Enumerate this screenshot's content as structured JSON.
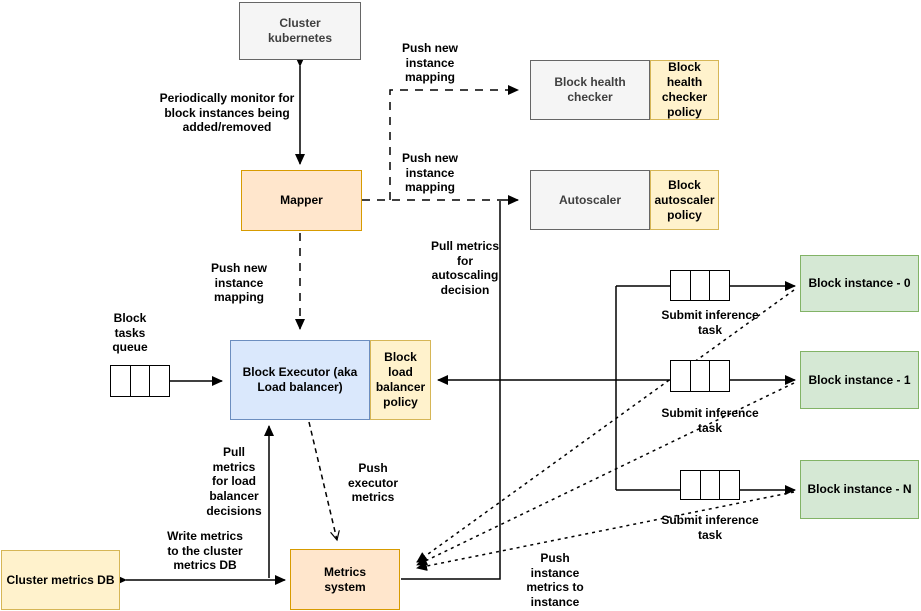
{
  "colors": {
    "gray_fill": "#f5f5f5",
    "gray_border": "#666666",
    "orange_fill": "#ffe6cc",
    "orange_border": "#d79b00",
    "yellow_fill": "#fff2cc",
    "yellow_border": "#d6b656",
    "blue_fill": "#dae8fc",
    "blue_border": "#6c8ebf",
    "green_fill": "#d5e8d4",
    "green_border": "#82b366",
    "line": "#000000"
  },
  "nodes": {
    "cluster_kubernetes": {
      "label": "Cluster kubernetes"
    },
    "mapper": {
      "label": "Mapper"
    },
    "block_health_checker": {
      "label": "Block health checker"
    },
    "block_health_checker_policy": {
      "label": "Block health checker policy"
    },
    "autoscaler": {
      "label": "Autoscaler"
    },
    "block_autoscaler_policy": {
      "label": "Block autoscaler policy"
    },
    "block_executor": {
      "label": "Block Executor (aka Load balancer)"
    },
    "block_load_balancer_policy": {
      "label": "Block load balancer policy"
    },
    "block_instance_0": {
      "label": "Block instance - 0"
    },
    "block_instance_1": {
      "label": "Block instance - 1"
    },
    "block_instance_n": {
      "label": "Block instance - N"
    },
    "metrics_system": {
      "label": "Metrics system"
    },
    "cluster_metrics_db": {
      "label": "Cluster metrics DB"
    }
  },
  "edge_labels": {
    "periodically_monitor": "Periodically monitor for block instances being added/removed",
    "push_new_instance_mapping": "Push new instance mapping",
    "pull_metrics_autoscaling": "Pull metrics for autoscaling decision",
    "block_tasks_queue": "Block tasks queue",
    "submit_inference_task": "Submit inference task",
    "pull_metrics_load_balancer": "Pull metrics for load balancer decisions",
    "push_executor_metrics": "Push executor metrics",
    "write_metrics_cluster_db": "Write metrics to the cluster metrics DB",
    "push_instance_metrics": "Push instance metrics to instance"
  }
}
